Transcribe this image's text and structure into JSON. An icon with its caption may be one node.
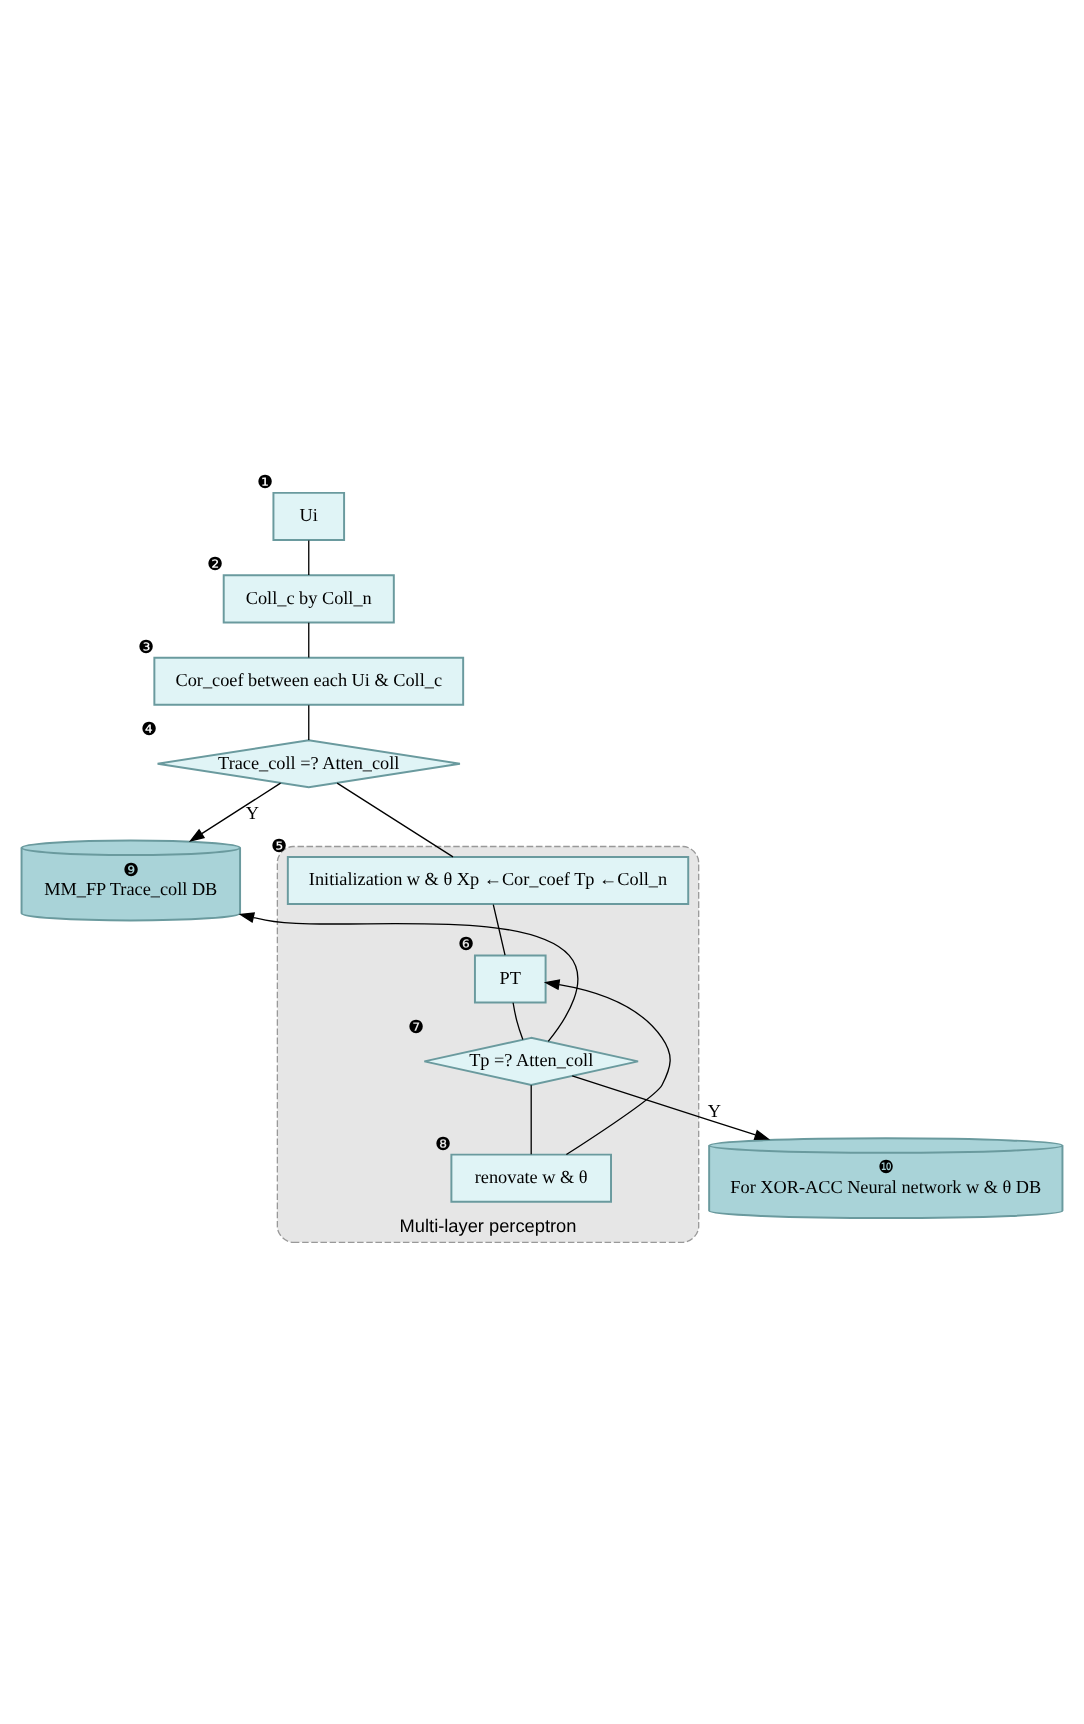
{
  "diagram": {
    "nodes": [
      {
        "text": [
          "Ui"
        ],
        "beside": [
          "❶"
        ]
      },
      {
        "text": [
          "Coll_c by Coll_n"
        ],
        "beside": [
          "❷"
        ]
      },
      {
        "text": [
          "Cor_coef between each Ui & Coll_c"
        ],
        "beside": [
          "❸"
        ]
      },
      {
        "text": [
          "Trace_coll =? Atten_coll"
        ],
        "beside": [
          "❹"
        ]
      },
      {
        "text": [
          "❾",
          "MM_FP Trace_coll DB"
        ]
      },
      {
        "text": [
          "Multi-layer perceptron"
        ]
      },
      {
        "text": [
          "Initialization w & θ Xp ←Cor_coef Tp ←Coll_n"
        ],
        "in": 5,
        "beside": [
          "❺"
        ]
      },
      {
        "text": [
          "PT"
        ],
        "in": 5,
        "beside": [
          "❻"
        ]
      },
      {
        "text": [
          "Tp =? Atten_coll"
        ],
        "in": 5,
        "beside": [
          "❼"
        ]
      },
      {
        "text": [
          "renovate w & θ"
        ],
        "in": 5,
        "beside": [
          "❽"
        ]
      },
      {
        "text": [
          "❿",
          "For XOR-ACC Neural network w & θ DB"
        ]
      }
    ],
    "edges": [
      {
        "from": 0,
        "to": 1,
        "arrow": "none"
      },
      {
        "from": 1,
        "to": 2,
        "arrow": "none"
      },
      {
        "from": 2,
        "to": 3,
        "arrow": "none"
      },
      {
        "from": 3,
        "to": 4,
        "arrow": "to",
        "label": "Y"
      },
      {
        "from": 3,
        "to": 6,
        "arrow": "none"
      },
      {
        "from": 6,
        "to": 7,
        "arrow": "none"
      },
      {
        "from": 7,
        "to": 8,
        "arrow": "none"
      },
      {
        "from": 8,
        "to": 9,
        "arrow": "none"
      },
      {
        "from": 9,
        "to": 7,
        "arrow": "to"
      },
      {
        "from": 8,
        "to": 10,
        "arrow": "to",
        "label": "Y"
      },
      {
        "from": 8,
        "to": 4,
        "arrow": "to"
      }
    ]
  }
}
